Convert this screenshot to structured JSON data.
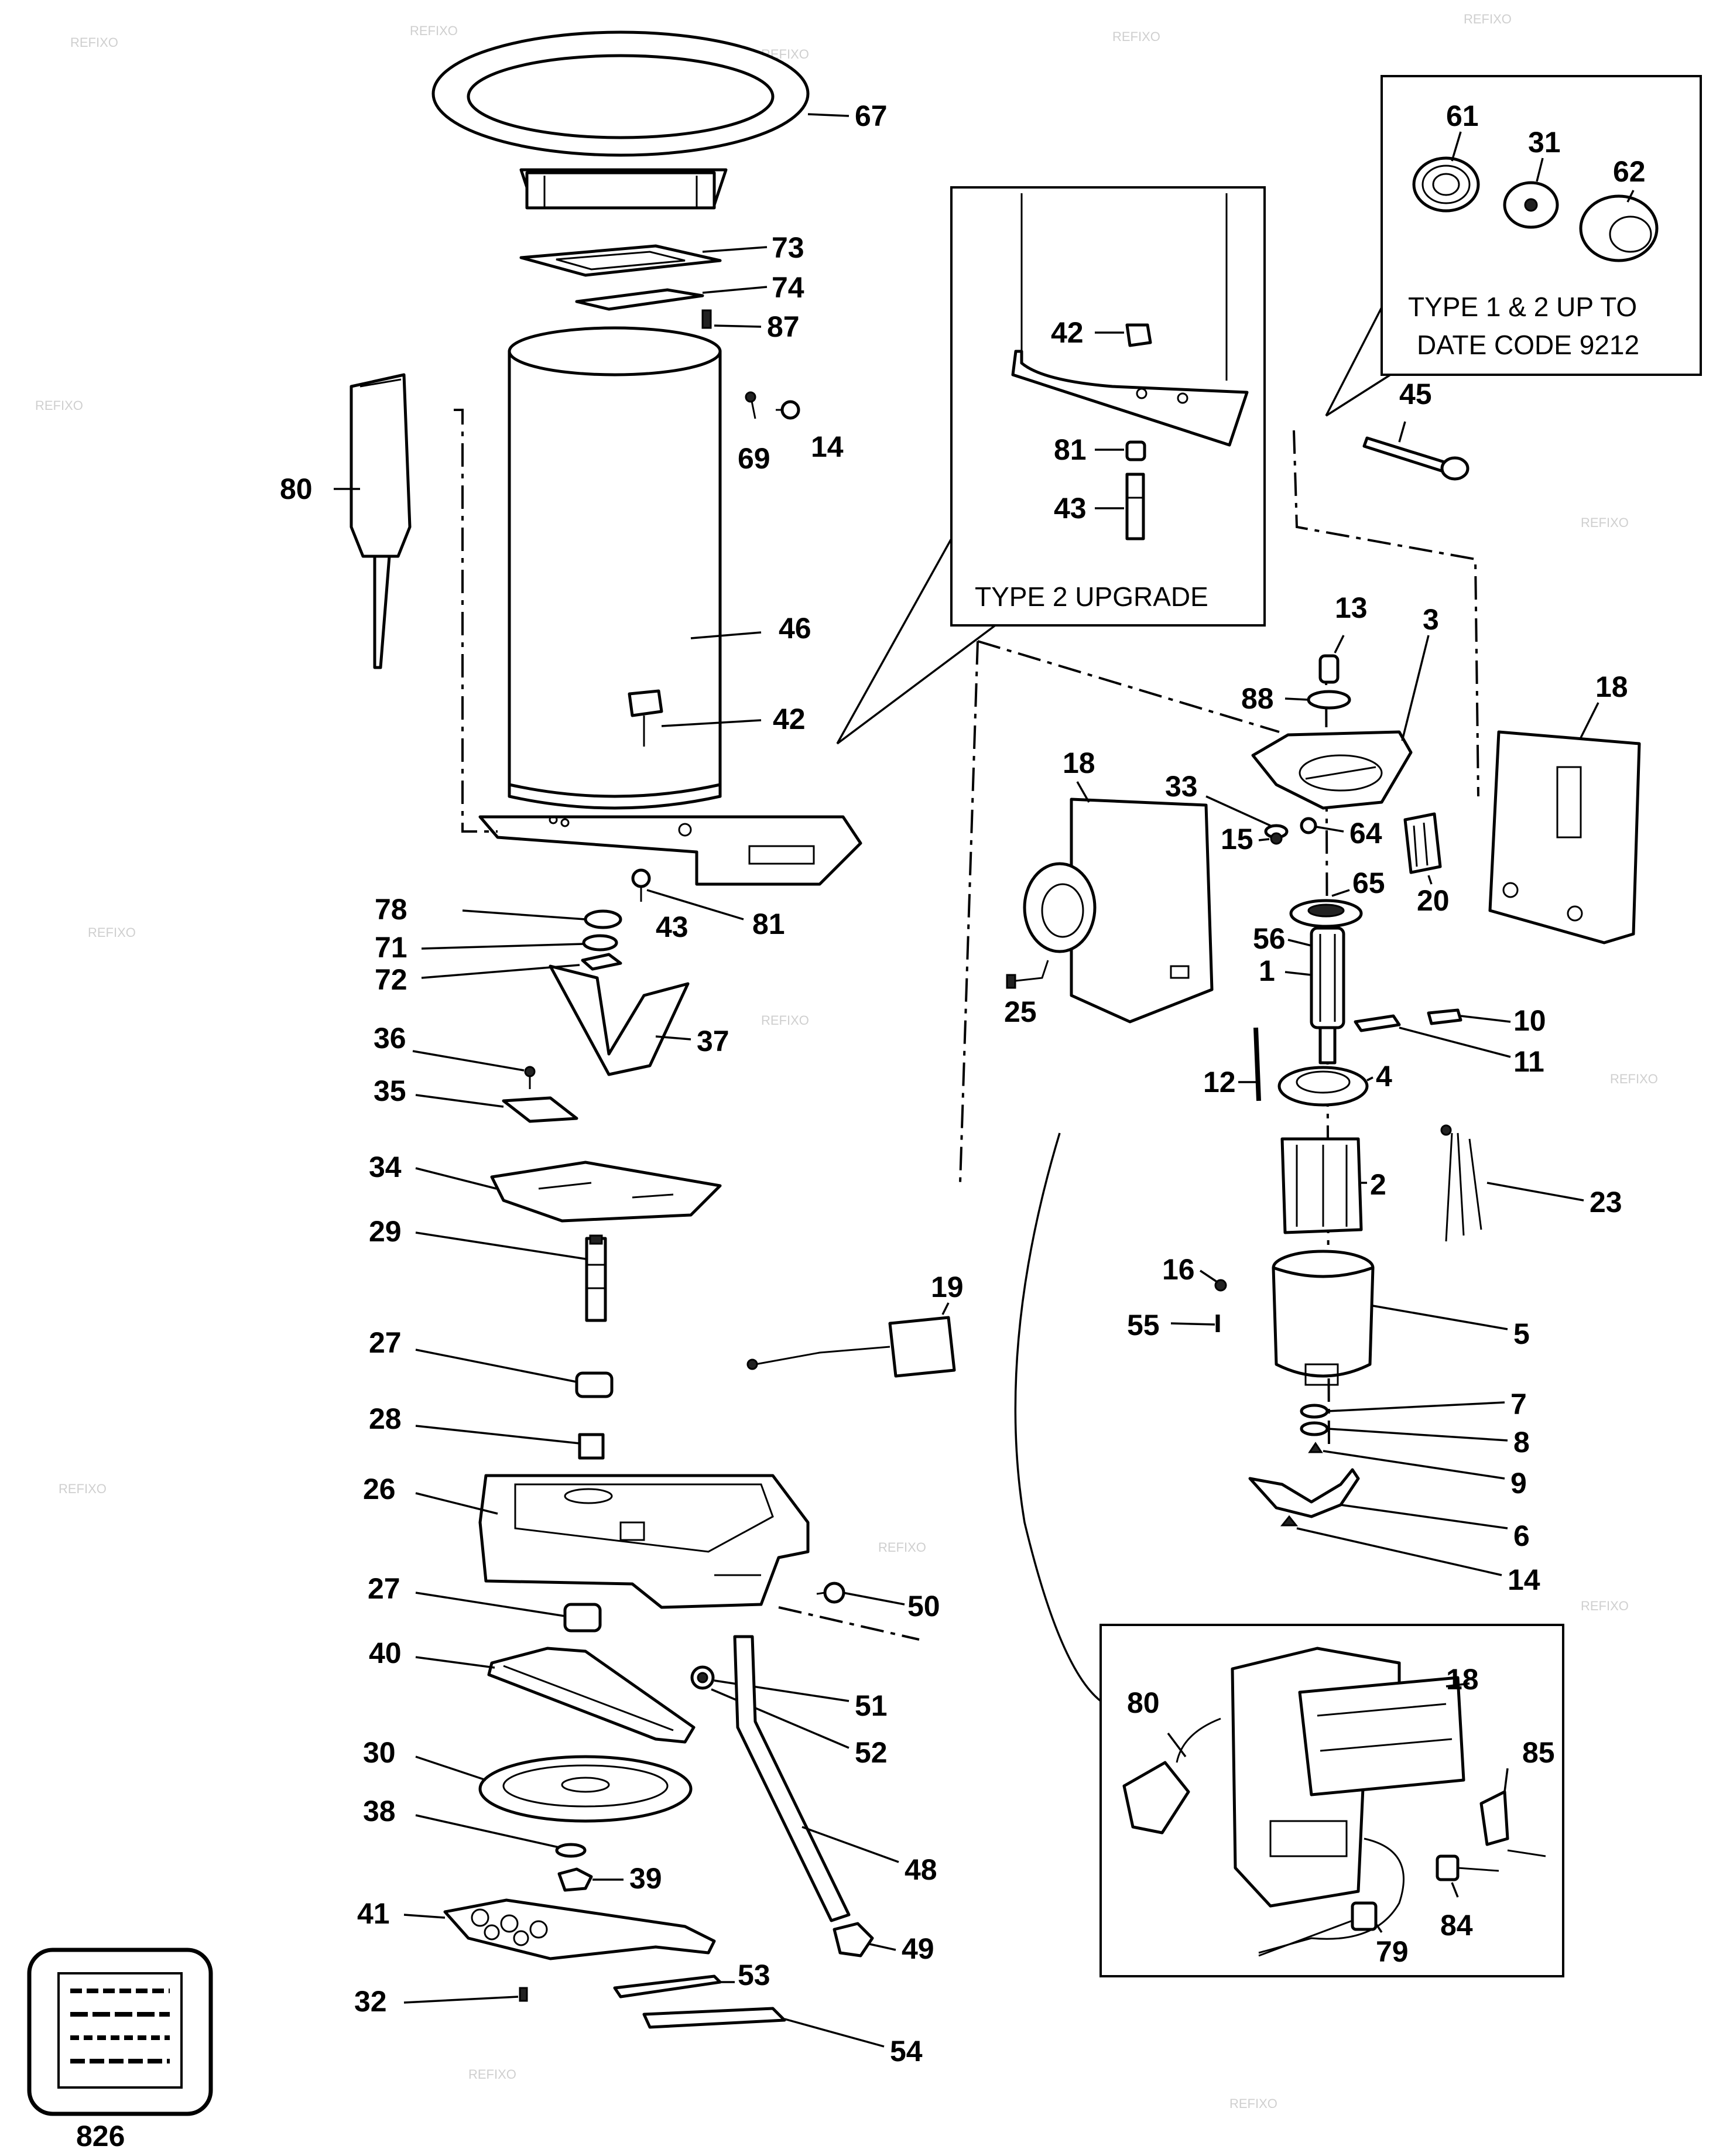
{
  "watermark": "REFIXO",
  "page_number": "826",
  "notes": {
    "type_1_2": [
      "TYPE 1 & 2 UP TO",
      "DATE CODE 9212"
    ],
    "type_2_upgrade": "TYPE 2 UPGRADE"
  },
  "labels": {
    "p67": "67",
    "p73": "73",
    "p74": "74",
    "p87": "87",
    "p69": "69",
    "p14a": "14",
    "p80a": "80",
    "p46": "46",
    "p42a": "42",
    "p78": "78",
    "p43a": "43",
    "p81a": "81",
    "p71": "71",
    "p72": "72",
    "p36": "36",
    "p37": "37",
    "p35": "35",
    "p34": "34",
    "p29": "29",
    "p27a": "27",
    "p28": "28",
    "p26": "26",
    "p27b": "27",
    "p50": "50",
    "p40": "40",
    "p51": "51",
    "p52": "52",
    "p30": "30",
    "p38": "38",
    "p39": "39",
    "p48": "48",
    "p41": "41",
    "p49": "49",
    "p32": "32",
    "p53": "53",
    "p54": "54",
    "p19": "19",
    "p42b": "42",
    "p81b": "81",
    "p43b": "43",
    "p61": "61",
    "p31": "31",
    "p62": "62",
    "p45": "45",
    "p13": "13",
    "p3": "3",
    "p88": "88",
    "p18a": "18",
    "p18b": "18",
    "p33": "33",
    "p15": "15",
    "p64": "64",
    "p65": "65",
    "p20": "20",
    "p56": "56",
    "p1": "1",
    "p25": "25",
    "p10": "10",
    "p11": "11",
    "p12": "12",
    "p4": "4",
    "p2": "2",
    "p23": "23",
    "p16": "16",
    "p55": "55",
    "p5": "5",
    "p7": "7",
    "p8": "8",
    "p9": "9",
    "p6": "6",
    "p14b": "14",
    "p18c": "18",
    "p80b": "80",
    "p85": "85",
    "p84": "84",
    "p79": "79"
  }
}
